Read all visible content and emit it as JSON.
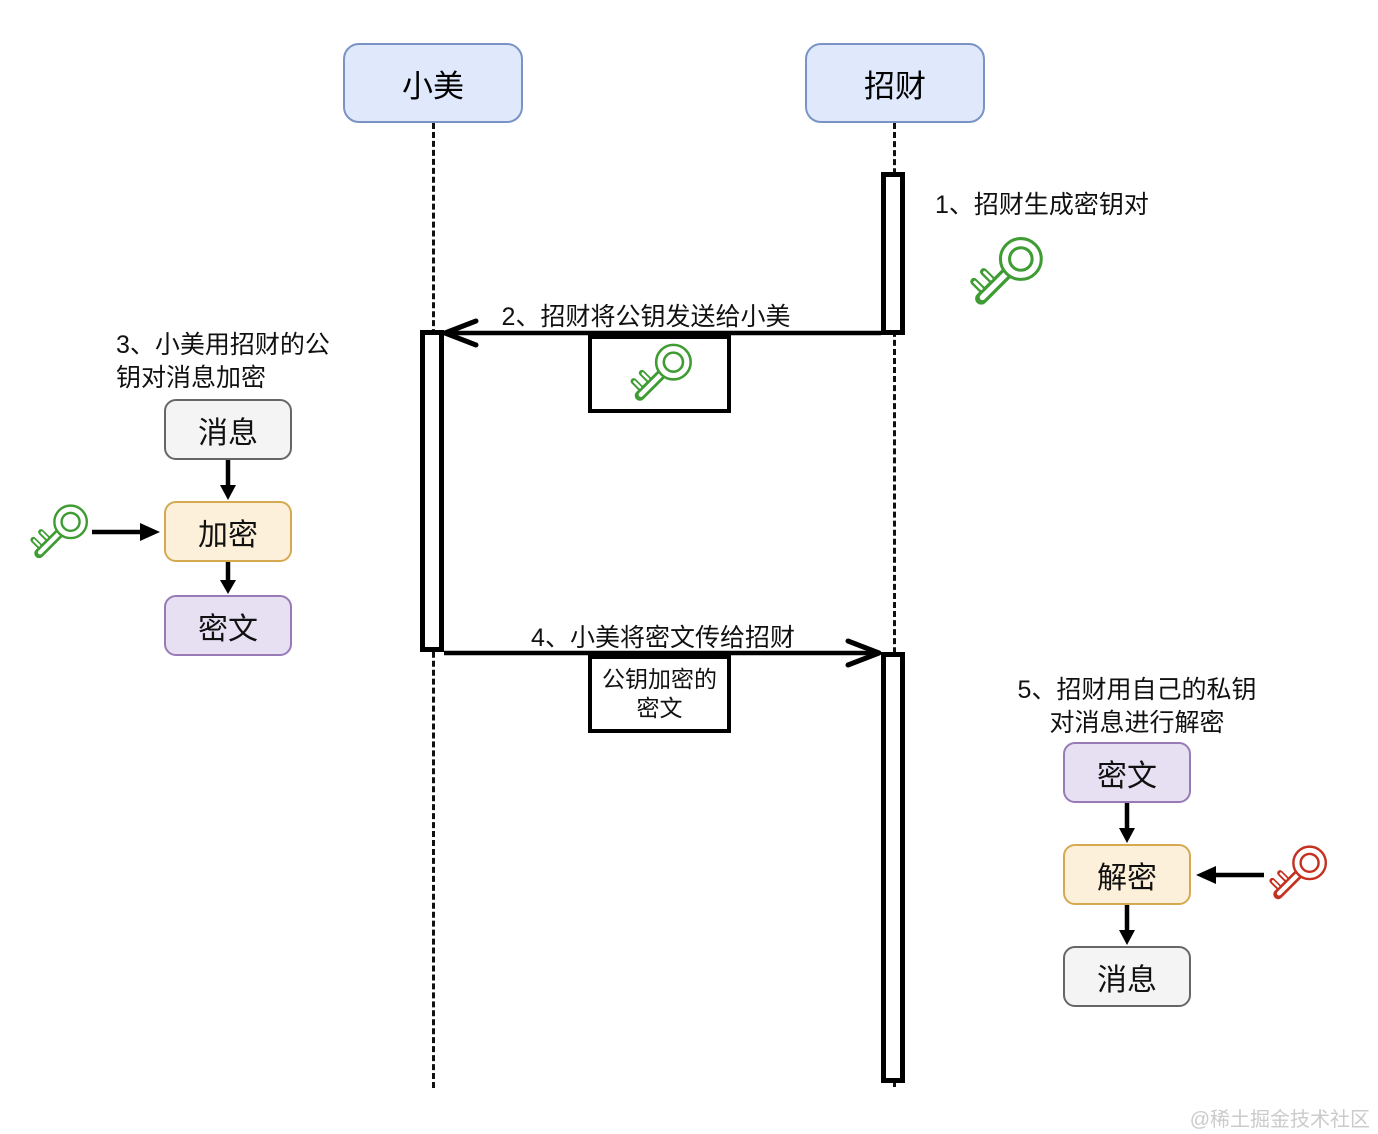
{
  "actors": {
    "left": "小美",
    "right": "招财"
  },
  "steps": {
    "step1": "1、招财生成密钥对",
    "step2": "2、招财将公钥发送给小美",
    "step3": {
      "line1": "3、小美用招财的公",
      "line2": "钥对消息加密"
    },
    "step4": "4、小美将密文传给招财",
    "step5": {
      "line1": "5、招财用自己的私钥",
      "line2": "对消息进行解密"
    }
  },
  "payload": {
    "line1": "公钥加密的",
    "line2": "密文"
  },
  "flow_left": {
    "source": "消息",
    "process": "加密",
    "result": "密文"
  },
  "flow_right": {
    "source": "密文",
    "process": "解密",
    "result": "消息"
  },
  "icons": {
    "public_key": "green-key-icon",
    "private_key": "red-key-icon"
  },
  "colors": {
    "actor_fill": "#dfe9fb",
    "actor_border": "#7a93c6",
    "message_fill": "#f4f4f4",
    "message_border": "#666666",
    "process_fill": "#fdf0da",
    "process_border": "#d5a950",
    "cipher_fill": "#e7e0f3",
    "cipher_border": "#977ab6",
    "public_key": "#3e9c33",
    "private_key": "#c43120"
  },
  "watermark": "@稀土掘金技术社区"
}
